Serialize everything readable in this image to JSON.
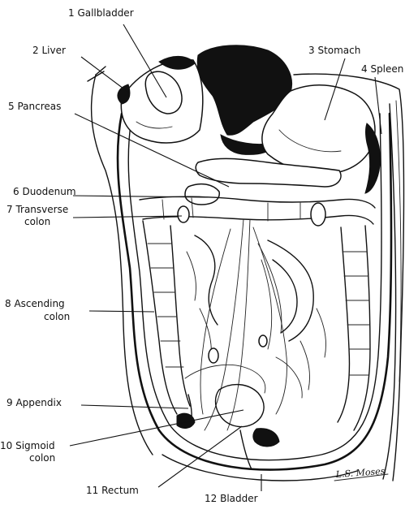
{
  "labels": {
    "gallbladder": "1 Gallbladder",
    "liver": "2 Liver",
    "stomach": "3 Stomach",
    "spleen": "4 Spleen",
    "pancreas": "5 Pancreas",
    "duodenum": "6 Duodenum",
    "transverse_colon_1": "7 Transverse",
    "transverse_colon_2": "colon",
    "ascending_colon_1": "8 Ascending",
    "ascending_colon_2": "colon",
    "appendix": "9 Appendix",
    "sigmoid_colon_1": "10 Sigmoid",
    "sigmoid_colon_2": "colon",
    "rectum": "11 Rectum",
    "bladder": "12 Bladder"
  },
  "signature": "L.S. Moses"
}
